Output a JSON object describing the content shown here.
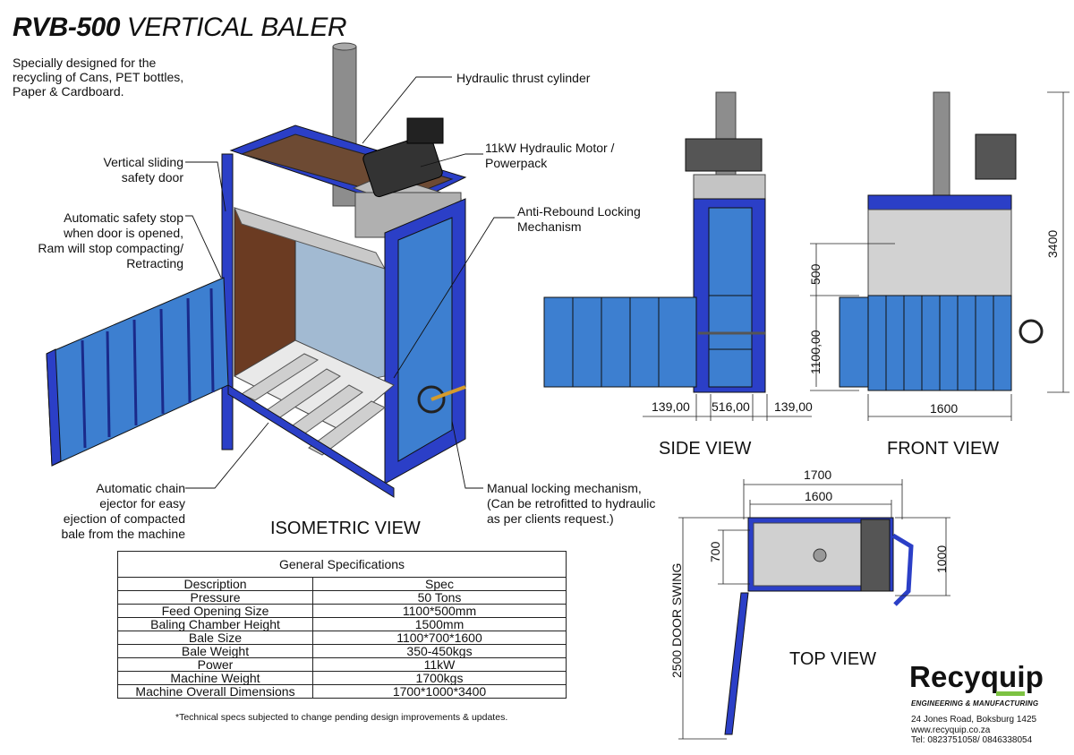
{
  "title": {
    "model": "RVB-500",
    "name": "VERTICAL BALER"
  },
  "intro": [
    "Specially designed for the",
    "recycling of Cans, PET bottles,",
    "Paper & Cardboard."
  ],
  "callouts": {
    "cylinder": "Hydraulic thrust cylinder",
    "motor_line1": "11kW Hydraulic Motor /",
    "motor_line2": "Powerpack",
    "anti_rebound_line1": "Anti-Rebound Locking",
    "anti_rebound_line2": "Mechanism",
    "door_line1": "Vertical sliding",
    "door_line2": "safety door",
    "stop_line1": "Automatic safety stop",
    "stop_line2": "when door is opened,",
    "stop_line3": "Ram will stop compacting/",
    "stop_line4": "Retracting",
    "chain_line1": "Automatic chain",
    "chain_line2": "ejector for easy",
    "chain_line3": "ejection of compacted",
    "chain_line4": "bale from the machine",
    "manual_line1": "Manual locking mechanism,",
    "manual_line2": "(Can be retrofitted to hydraulic",
    "manual_line3": "as per clients request.)"
  },
  "views": {
    "isometric": "ISOMETRIC VIEW",
    "side": "SIDE VIEW",
    "front": "FRONT VIEW",
    "top": "TOP VIEW"
  },
  "dimensions": {
    "side_left": "139,00",
    "side_mid": "516,00",
    "side_right": "139,00",
    "front_500": "500",
    "front_1100": "1100,00",
    "front_3400": "3400",
    "front_1600": "1600",
    "top_1700": "1700",
    "top_1600": "1600",
    "top_700": "700",
    "top_1000": "1000",
    "top_swing": "2500 DOOR SWING"
  },
  "specs": {
    "title": "General Specifications",
    "headers": [
      "Description",
      "Spec"
    ],
    "rows": [
      [
        "Pressure",
        "50 Tons"
      ],
      [
        "Feed Opening Size",
        "1100*500mm"
      ],
      [
        "Baling Chamber Height",
        "1500mm"
      ],
      [
        "Bale Size",
        "1100*700*1600"
      ],
      [
        "Bale Weight",
        "350-450kgs"
      ],
      [
        "Power",
        "11kW"
      ],
      [
        "Machine Weight",
        "1700kgs"
      ],
      [
        "Machine Overall Dimensions",
        "1700*1000*3400"
      ]
    ],
    "disclaimer": "*Technical specs subjected to change pending design improvements & updates."
  },
  "company": {
    "name": "Recyquip",
    "tagline": "ENGINEERING & MANUFACTURING",
    "address": "24 Jones Road, Boksburg 1425",
    "web": "www.recyquip.co.za",
    "tel": "Tel: 0823751058/ 0846338054"
  },
  "colors": {
    "frame_blue": "#2b3fc7",
    "panel_blue": "#3d7fd0",
    "steel_grey": "#9a9a9a",
    "brown_wall": "#6b3b22",
    "accent_green": "#7cc242"
  }
}
